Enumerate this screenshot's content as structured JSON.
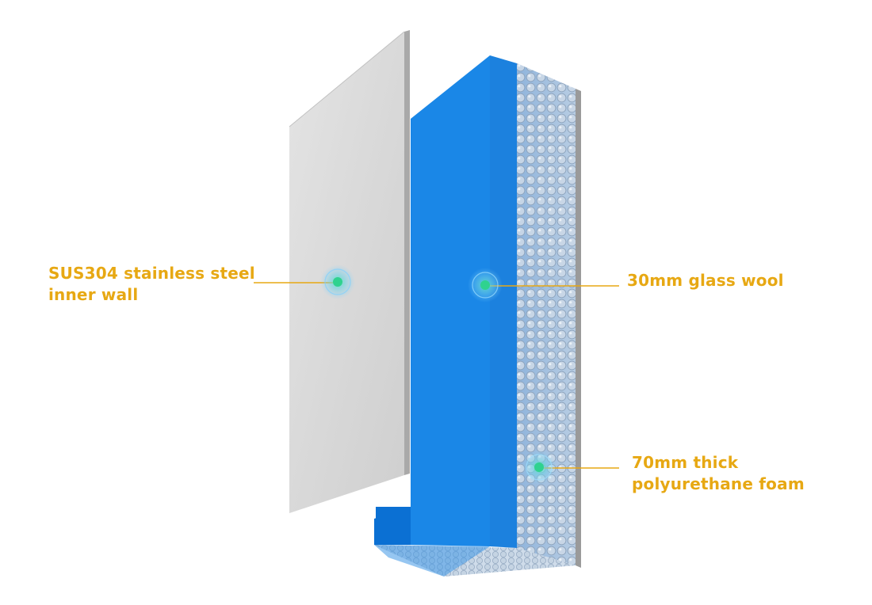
{
  "colors": {
    "label_text": "#e7a813",
    "leader_line": "#e7a813",
    "marker": "#2fd28f",
    "steel_panel": "#dcdcdc",
    "glass_wool": "#0a78d8",
    "foam": "#7fa9d4"
  },
  "callouts": {
    "steel": {
      "lines": [
        "SUS304 stainless steel",
        "inner wall"
      ]
    },
    "glass_wool": {
      "lines": [
        "30mm glass wool"
      ]
    },
    "foam": {
      "lines": [
        "70mm thick",
        "polyurethane foam"
      ]
    }
  }
}
